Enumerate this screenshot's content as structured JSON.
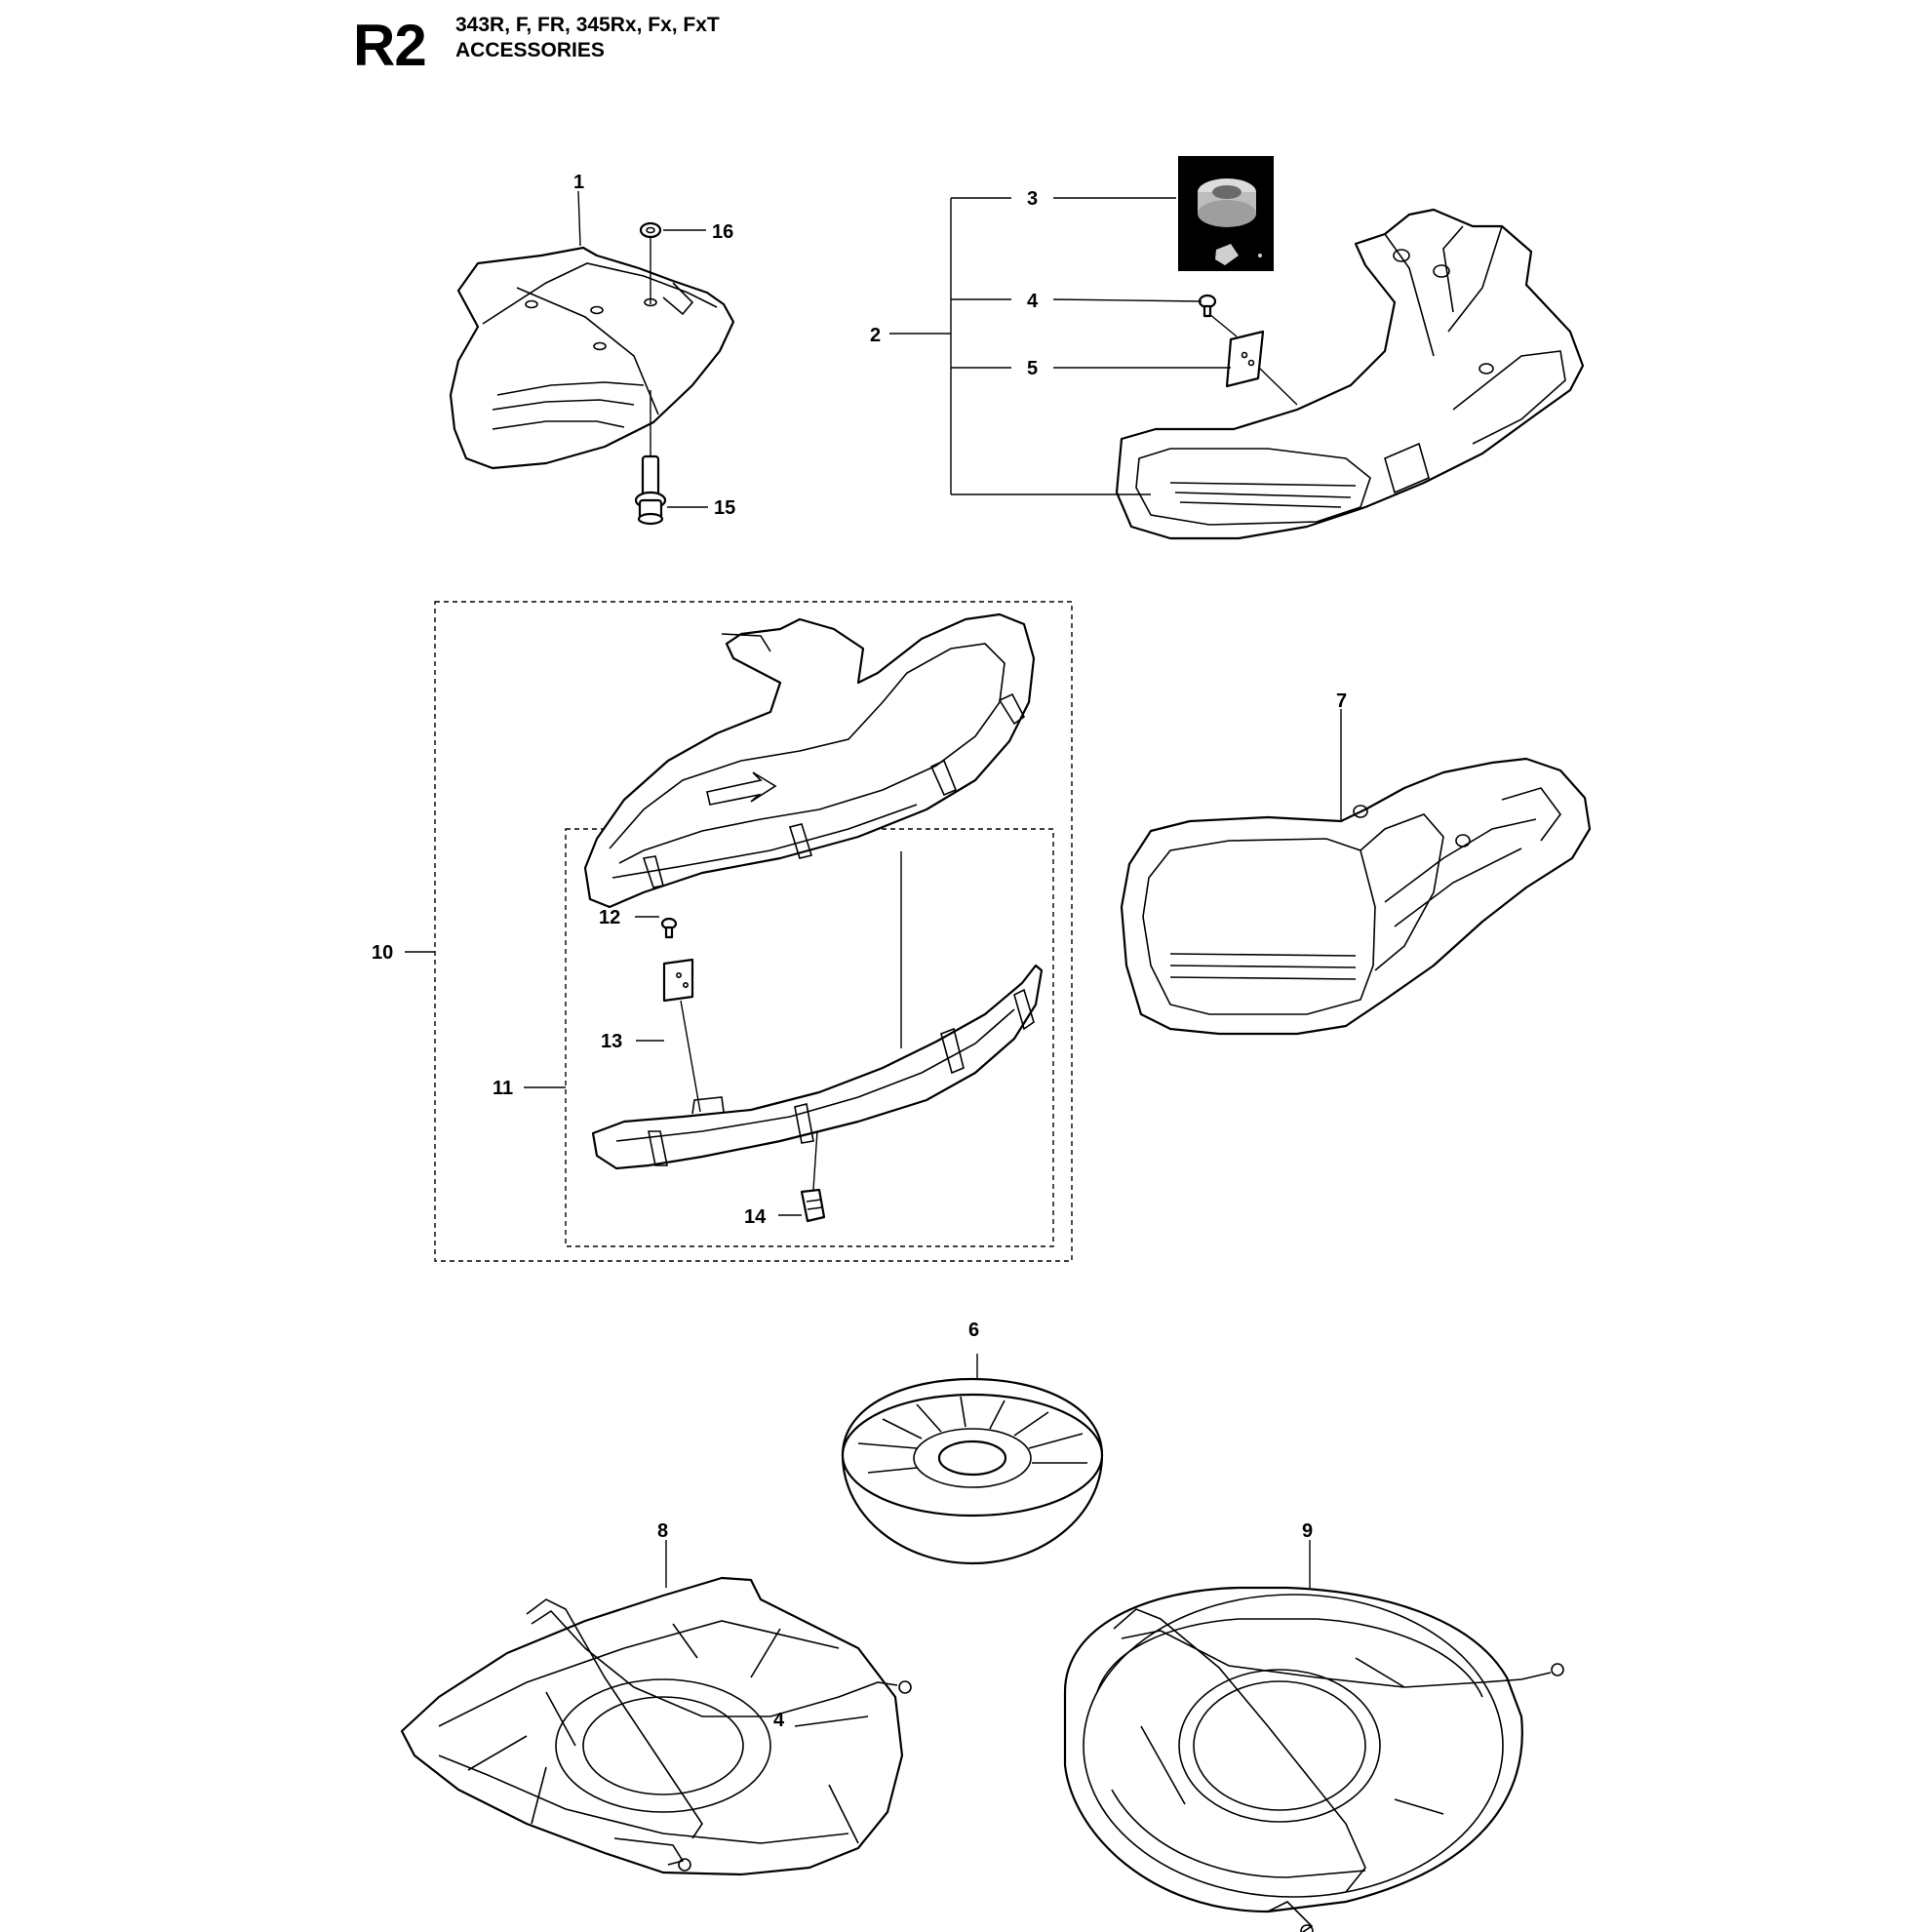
{
  "header": {
    "section_code": "R2",
    "models": "343R, F, FR, 345Rx, Fx, FxT",
    "title": "ACCESSORIES"
  },
  "callouts": {
    "c1": "1",
    "c2": "2",
    "c3": "3",
    "c4": "4",
    "c5": "5",
    "c6": "6",
    "c7": "7",
    "c8": "8",
    "c9": "9",
    "c10": "10",
    "c11": "11",
    "c12": "12",
    "c13": "13",
    "c14": "14",
    "c15": "15",
    "c16": "16",
    "c4b": "4"
  }
}
